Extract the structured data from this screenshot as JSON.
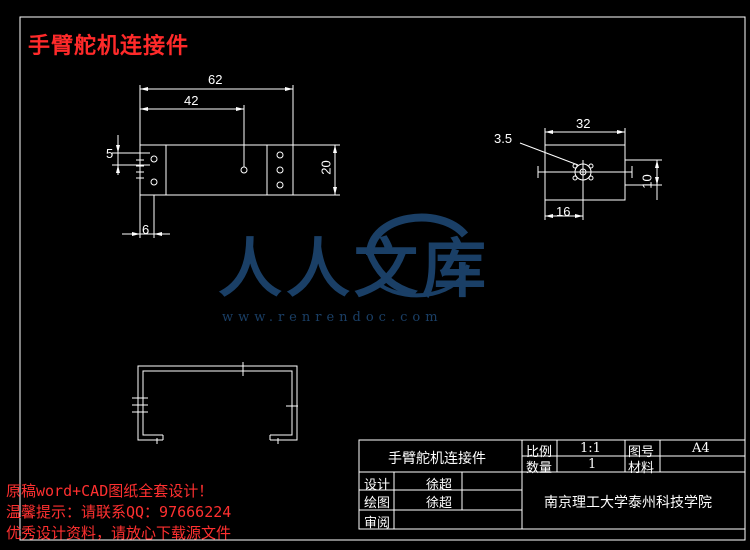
{
  "drawing": {
    "title": "手臂舵机连接件",
    "dims": {
      "d62": "62",
      "d42": "42",
      "d5": "5",
      "d20": "20",
      "d6": "6",
      "d35": "3.5",
      "d32": "32",
      "d10": "10",
      "d16": "16"
    }
  },
  "watermark": {
    "text": "人人文库",
    "url": "www.renrendoc.com"
  },
  "title_block": {
    "part_name": "手臂舵机连接件",
    "scale_label": "比例",
    "scale_value": "1:1",
    "drawing_no_label": "图号",
    "drawing_no_value": "A4",
    "qty_label": "数量",
    "qty_value": "1",
    "material_label": "材料",
    "material_value": "",
    "design_label": "设计",
    "design_value": "徐超",
    "drawn_label": "绘图",
    "drawn_value": "徐超",
    "review_label": "审阅",
    "review_value": "",
    "institution": "南京理工大学泰州科技学院"
  },
  "notes": [
    "原稿word+CAD图纸全套设计！",
    "温馨提示：请联系QQ：97666224",
    "优秀设计资料，请放心下载源文件"
  ],
  "colors": {
    "background": "#000000",
    "line": "#ffffff",
    "red": "#ff2a2a",
    "watermark": "#1a3f66"
  }
}
